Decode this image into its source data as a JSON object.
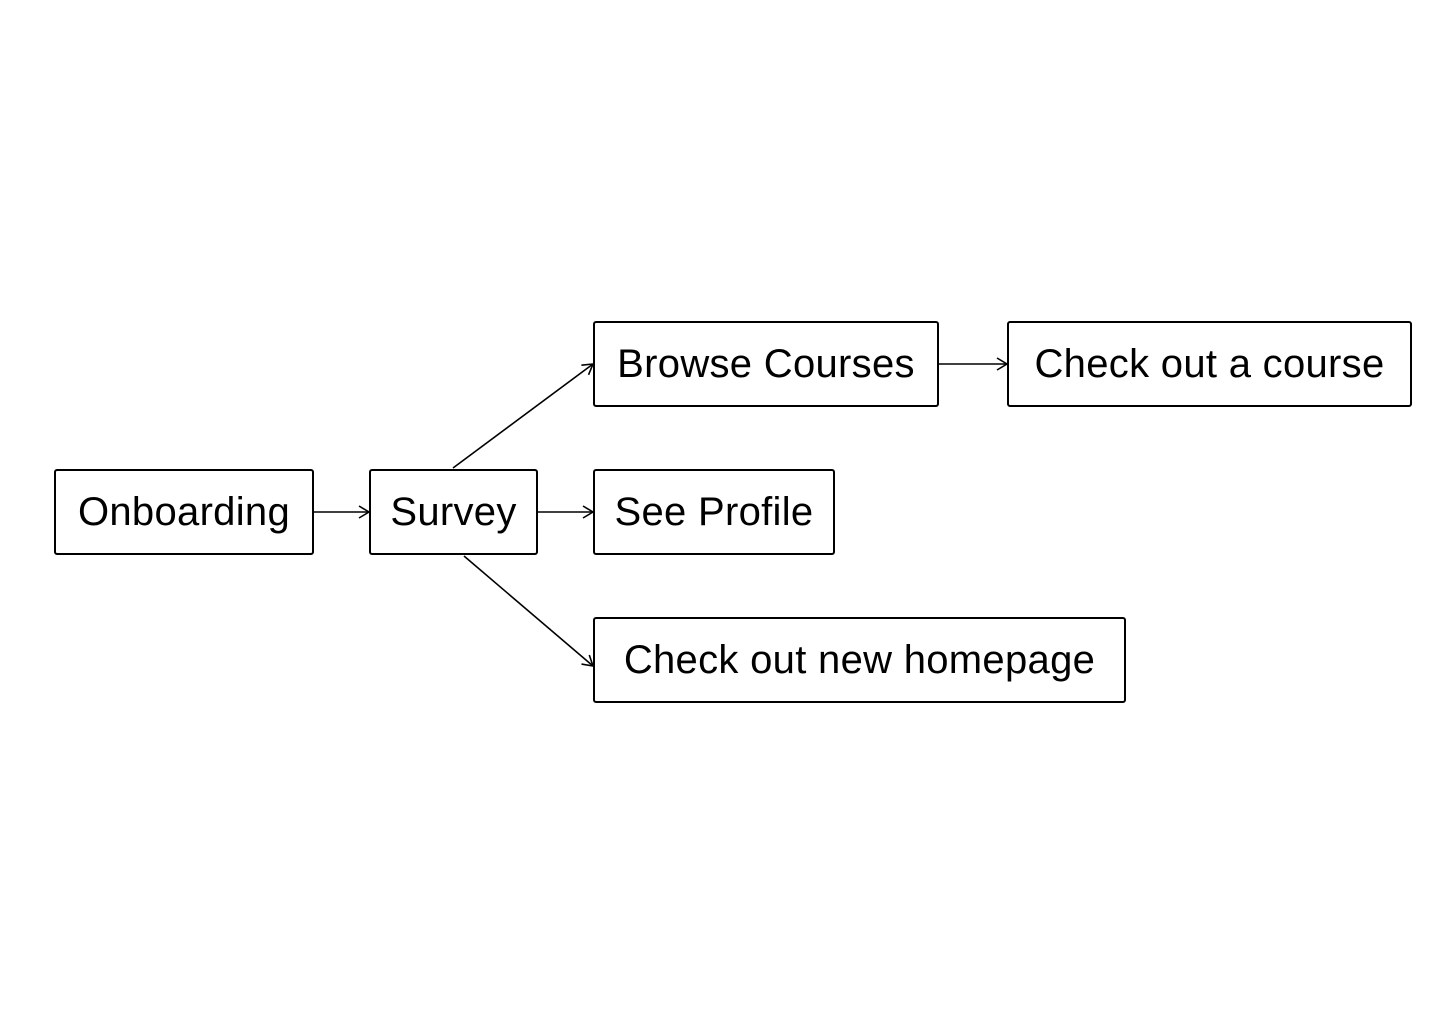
{
  "diagram": {
    "type": "flowchart",
    "nodes": [
      {
        "id": "onboarding",
        "label": "Onboarding"
      },
      {
        "id": "survey",
        "label": "Survey"
      },
      {
        "id": "browse",
        "label": "Browse Courses"
      },
      {
        "id": "profile",
        "label": "See Profile"
      },
      {
        "id": "homepage",
        "label": "Check out new homepage"
      },
      {
        "id": "checkout",
        "label": "Check out a course"
      }
    ],
    "edges": [
      {
        "from": "onboarding",
        "to": "survey"
      },
      {
        "from": "survey",
        "to": "browse"
      },
      {
        "from": "survey",
        "to": "profile"
      },
      {
        "from": "survey",
        "to": "homepage"
      },
      {
        "from": "browse",
        "to": "checkout"
      }
    ],
    "colors": {
      "stroke": "#000000",
      "fill": "#ffffff",
      "text": "#000000"
    }
  }
}
